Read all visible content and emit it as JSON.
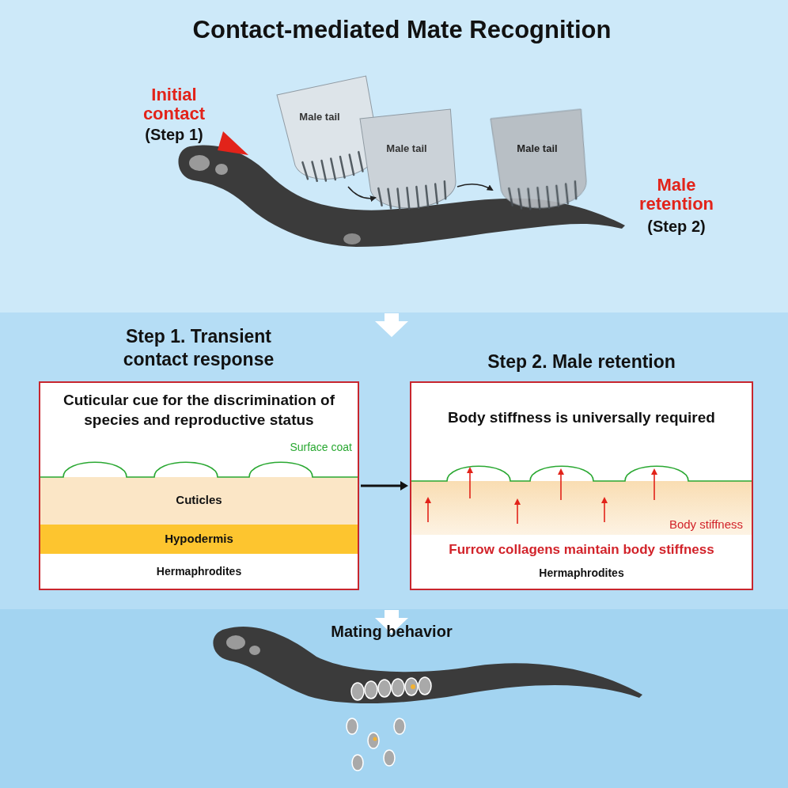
{
  "diagram": {
    "title": "Contact-mediated Mate Recognition",
    "nodes": [
      {
        "text": [
          "Step 1. Transient contact response",
          "Cuticular cue for the discrimination of species and reproductive status"
        ]
      },
      {
        "text": [
          "Cuticles"
        ],
        "in": 0
      },
      {
        "text": [
          "Hypodermis"
        ],
        "in": 0
      },
      {
        "text": [
          "Step 2. Male retention",
          "Body stiffness is universally required"
        ]
      },
      {
        "text": [
          "Body stiffness"
        ],
        "in": 3
      }
    ],
    "edges": [
      {
        "from": 0,
        "to": 3,
        "arrow": "to"
      }
    ],
    "labels": [
      "Initial contact",
      "(Step 1)",
      "Male tail",
      "Male tail",
      "Male tail",
      "Male retention",
      "(Step 2)",
      "Surface coat",
      "Hermaphrodites",
      "Furrow collagens maintain body stiffness",
      "Hermaphrodites",
      "Mating behavior"
    ]
  }
}
